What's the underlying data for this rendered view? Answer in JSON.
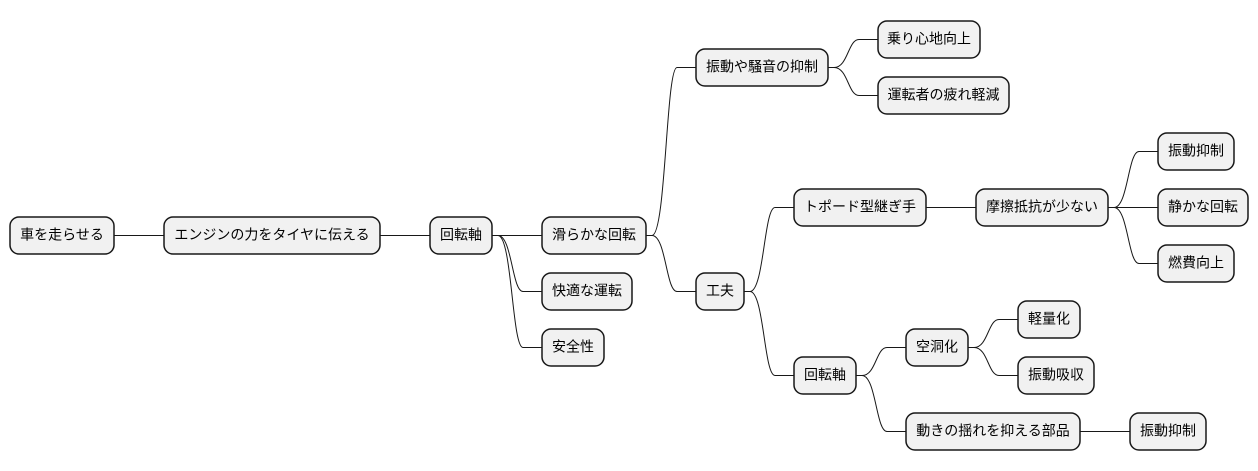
{
  "diagram": {
    "type": "mindmap",
    "nodes": {
      "root": "車を走らせる",
      "transmit": "エンジンの力をタイヤに伝える",
      "shaft": "回転軸",
      "smooth": "滑らかな回転",
      "comfort_drive": "快適な運転",
      "safety": "安全性",
      "suppress": "振動や騒音の抑制",
      "ride": "乗り心地向上",
      "fatigue": "運転者の疲れ軽減",
      "device": "工夫",
      "tripod": "トポード型継ぎ手",
      "friction": "摩擦抵抗が少ない",
      "vib1": "振動抑制",
      "quiet": "静かな回転",
      "fuel": "燃費向上",
      "shaft2": "回転軸",
      "hollow": "空洞化",
      "light": "軽量化",
      "absorb": "振動吸収",
      "damp": "動きの揺れを抑える部品",
      "vib2": "振動抑制"
    },
    "edges": [
      [
        "root",
        "transmit"
      ],
      [
        "transmit",
        "shaft"
      ],
      [
        "shaft",
        "smooth"
      ],
      [
        "shaft",
        "comfort_drive"
      ],
      [
        "shaft",
        "safety"
      ],
      [
        "smooth",
        "suppress"
      ],
      [
        "smooth",
        "device"
      ],
      [
        "suppress",
        "ride"
      ],
      [
        "suppress",
        "fatigue"
      ],
      [
        "device",
        "tripod"
      ],
      [
        "device",
        "shaft2"
      ],
      [
        "tripod",
        "friction"
      ],
      [
        "friction",
        "vib1"
      ],
      [
        "friction",
        "quiet"
      ],
      [
        "friction",
        "fuel"
      ],
      [
        "shaft2",
        "hollow"
      ],
      [
        "shaft2",
        "damp"
      ],
      [
        "hollow",
        "light"
      ],
      [
        "hollow",
        "absorb"
      ],
      [
        "damp",
        "vib2"
      ]
    ]
  }
}
